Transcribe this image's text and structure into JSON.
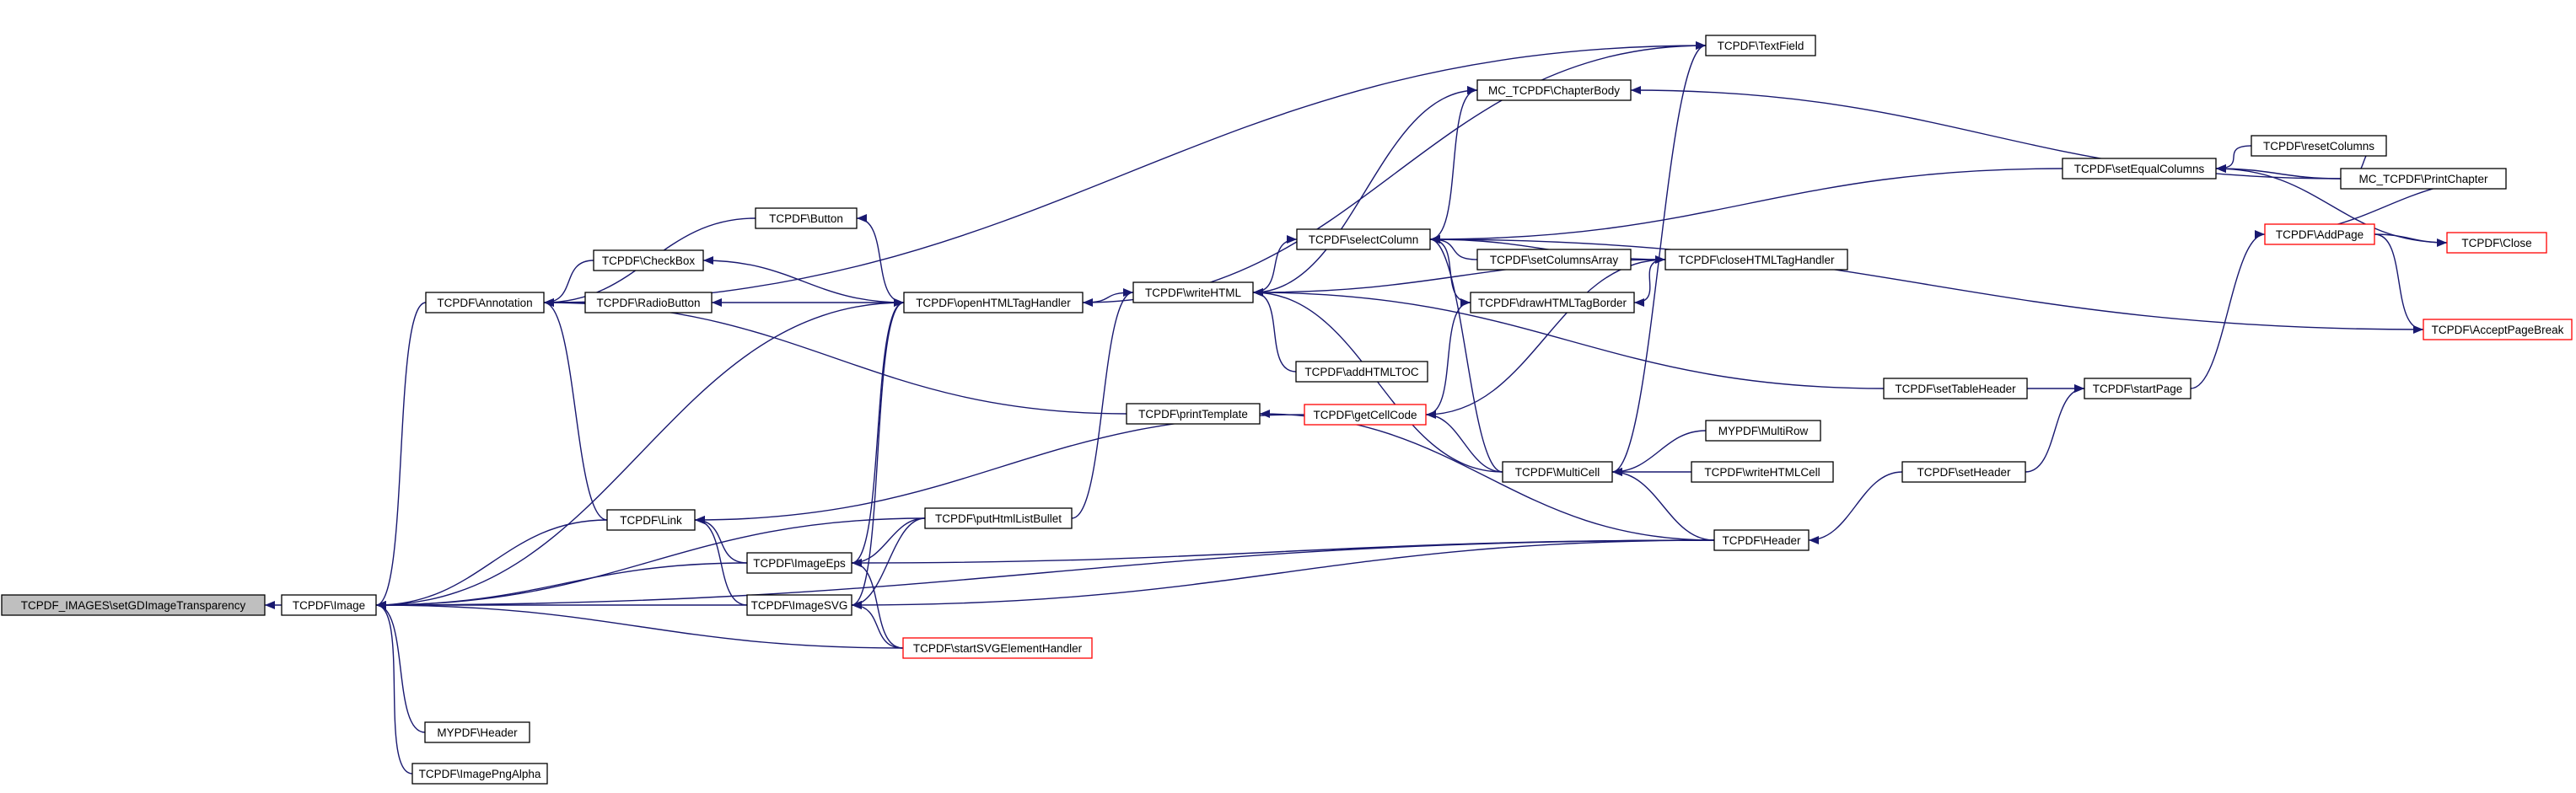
{
  "diagram": {
    "type": "call-graph",
    "direction": "right-to-left",
    "root": "setgdimagetransparency",
    "colors": {
      "edge": "#191970",
      "node_border": "#000000",
      "truncated_border": "#ff0000",
      "root_fill": "#bfbfbf",
      "node_fill": "#ffffff"
    },
    "nodes": [
      {
        "id": "setgdimagetransparency",
        "label": "TCPDF_IMAGES\\setGDImageTransparency",
        "root": true
      },
      {
        "id": "image",
        "label": "TCPDF\\Image"
      },
      {
        "id": "annotation",
        "label": "TCPDF\\Annotation"
      },
      {
        "id": "textfield",
        "label": "TCPDF\\TextField"
      },
      {
        "id": "button",
        "label": "TCPDF\\Button"
      },
      {
        "id": "checkbox",
        "label": "TCPDF\\CheckBox"
      },
      {
        "id": "radiobutton",
        "label": "TCPDF\\RadioButton"
      },
      {
        "id": "openhtmltaghandler",
        "label": "TCPDF\\openHTMLTagHandler"
      },
      {
        "id": "writehtml",
        "label": "TCPDF\\writeHTML"
      },
      {
        "id": "chapterbody",
        "label": "MC_TCPDF\\ChapterBody"
      },
      {
        "id": "printchapter",
        "label": "MC_TCPDF\\PrintChapter"
      },
      {
        "id": "selectcolumn",
        "label": "TCPDF\\selectColumn"
      },
      {
        "id": "setequalcolumns",
        "label": "TCPDF\\setEqualColumns"
      },
      {
        "id": "resetcolumns",
        "label": "TCPDF\\resetColumns"
      },
      {
        "id": "close",
        "label": "TCPDF\\Close",
        "truncated": true
      },
      {
        "id": "setcolumnsarray",
        "label": "TCPDF\\setColumnsArray"
      },
      {
        "id": "closehtmltaghandler",
        "label": "TCPDF\\closeHTMLTagHandler"
      },
      {
        "id": "drawhtmltagborder",
        "label": "TCPDF\\drawHTMLTagBorder"
      },
      {
        "id": "addpage",
        "label": "TCPDF\\AddPage",
        "truncated": true
      },
      {
        "id": "acceptpagebreak",
        "label": "TCPDF\\AcceptPageBreak",
        "truncated": true
      },
      {
        "id": "addhtmltoc",
        "label": "TCPDF\\addHTMLTOC"
      },
      {
        "id": "settableheader",
        "label": "TCPDF\\setTableHeader"
      },
      {
        "id": "startpage",
        "label": "TCPDF\\startPage"
      },
      {
        "id": "printtemplate",
        "label": "TCPDF\\printTemplate"
      },
      {
        "id": "getcellcode",
        "label": "TCPDF\\getCellCode",
        "truncated": true
      },
      {
        "id": "multirow",
        "label": "MYPDF\\MultiRow"
      },
      {
        "id": "multicell",
        "label": "TCPDF\\MultiCell"
      },
      {
        "id": "writehtmlcell",
        "label": "TCPDF\\writeHTMLCell"
      },
      {
        "id": "setheader",
        "label": "TCPDF\\setHeader"
      },
      {
        "id": "link",
        "label": "TCPDF\\Link"
      },
      {
        "id": "puthtmllistbullet",
        "label": "TCPDF\\putHtmlListBullet"
      },
      {
        "id": "imageeps",
        "label": "TCPDF\\ImageEps"
      },
      {
        "id": "header",
        "label": "TCPDF\\Header"
      },
      {
        "id": "imagesvg",
        "label": "TCPDF\\ImageSVG"
      },
      {
        "id": "startsvgelementhandler",
        "label": "TCPDF\\startSVGElementHandler",
        "truncated": true
      },
      {
        "id": "mypdfheader",
        "label": "MYPDF\\Header"
      },
      {
        "id": "imagepngalpha",
        "label": "TCPDF\\ImagePngAlpha"
      }
    ],
    "edges": [
      {
        "from": "image",
        "to": "setgdimagetransparency"
      },
      {
        "from": "annotation",
        "to": "image"
      },
      {
        "from": "openhtmltaghandler",
        "to": "image"
      },
      {
        "from": "puthtmllistbullet",
        "to": "image"
      },
      {
        "from": "link",
        "to": "image"
      },
      {
        "from": "imageeps",
        "to": "image"
      },
      {
        "from": "imagesvg",
        "to": "image"
      },
      {
        "from": "startsvgelementhandler",
        "to": "image"
      },
      {
        "from": "header",
        "to": "image"
      },
      {
        "from": "mypdfheader",
        "to": "image"
      },
      {
        "from": "imagepngalpha",
        "to": "image"
      },
      {
        "from": "textfield",
        "to": "annotation"
      },
      {
        "from": "button",
        "to": "annotation"
      },
      {
        "from": "checkbox",
        "to": "annotation"
      },
      {
        "from": "radiobutton",
        "to": "annotation"
      },
      {
        "from": "printtemplate",
        "to": "annotation"
      },
      {
        "from": "link",
        "to": "annotation"
      },
      {
        "from": "openhtmltaghandler",
        "to": "textfield"
      },
      {
        "from": "multicell",
        "to": "textfield"
      },
      {
        "from": "openhtmltaghandler",
        "to": "button"
      },
      {
        "from": "openhtmltaghandler",
        "to": "checkbox"
      },
      {
        "from": "openhtmltaghandler",
        "to": "radiobutton"
      },
      {
        "from": "writehtml",
        "to": "openhtmltaghandler"
      },
      {
        "from": "writehtml",
        "to": "chapterbody"
      },
      {
        "from": "selectcolumn",
        "to": "chapterbody"
      },
      {
        "from": "printchapter",
        "to": "chapterbody"
      },
      {
        "from": "writehtml",
        "to": "selectcolumn"
      },
      {
        "from": "setequalcolumns",
        "to": "selectcolumn"
      },
      {
        "from": "setcolumnsarray",
        "to": "selectcolumn"
      },
      {
        "from": "closehtmltaghandler",
        "to": "selectcolumn"
      },
      {
        "from": "drawhtmltagborder",
        "to": "selectcolumn"
      },
      {
        "from": "acceptpagebreak",
        "to": "selectcolumn"
      },
      {
        "from": "multicell",
        "to": "selectcolumn"
      },
      {
        "from": "resetcolumns",
        "to": "setequalcolumns"
      },
      {
        "from": "printchapter",
        "to": "setequalcolumns"
      },
      {
        "from": "close",
        "to": "setequalcolumns"
      },
      {
        "from": "printchapter",
        "to": "resetcolumns"
      },
      {
        "from": "addpage",
        "to": "printchapter"
      },
      {
        "from": "addpage",
        "to": "close"
      },
      {
        "from": "addpage",
        "to": "acceptpagebreak"
      },
      {
        "from": "startpage",
        "to": "addpage"
      },
      {
        "from": "settableheader",
        "to": "startpage"
      },
      {
        "from": "setheader",
        "to": "startpage"
      },
      {
        "from": "closehtmltaghandler",
        "to": "writehtml"
      },
      {
        "from": "addhtmltoc",
        "to": "writehtml"
      },
      {
        "from": "settableheader",
        "to": "writehtml"
      },
      {
        "from": "multicell",
        "to": "writehtml"
      },
      {
        "from": "puthtmllistbullet",
        "to": "writehtml"
      },
      {
        "from": "closehtmltaghandler",
        "to": "drawhtmltagborder"
      },
      {
        "from": "getcellcode",
        "to": "drawhtmltagborder"
      },
      {
        "from": "getcellcode",
        "to": "closehtmltaghandler"
      },
      {
        "from": "multicell",
        "to": "getcellcode"
      },
      {
        "from": "getcellcode",
        "to": "link"
      },
      {
        "from": "header",
        "to": "printtemplate"
      },
      {
        "from": "multirow",
        "to": "multicell"
      },
      {
        "from": "writehtmlcell",
        "to": "multicell"
      },
      {
        "from": "header",
        "to": "multicell"
      },
      {
        "from": "setheader",
        "to": "header"
      },
      {
        "from": "imageeps",
        "to": "link"
      },
      {
        "from": "imagesvg",
        "to": "link"
      },
      {
        "from": "puthtmllistbullet",
        "to": "imageeps"
      },
      {
        "from": "header",
        "to": "imageeps"
      },
      {
        "from": "startsvgelementhandler",
        "to": "imageeps"
      },
      {
        "from": "imageeps",
        "to": "openhtmltaghandler"
      },
      {
        "from": "imagesvg",
        "to": "openhtmltaghandler"
      },
      {
        "from": "puthtmllistbullet",
        "to": "imagesvg"
      },
      {
        "from": "header",
        "to": "imagesvg"
      },
      {
        "from": "startsvgelementhandler",
        "to": "imagesvg"
      }
    ]
  }
}
